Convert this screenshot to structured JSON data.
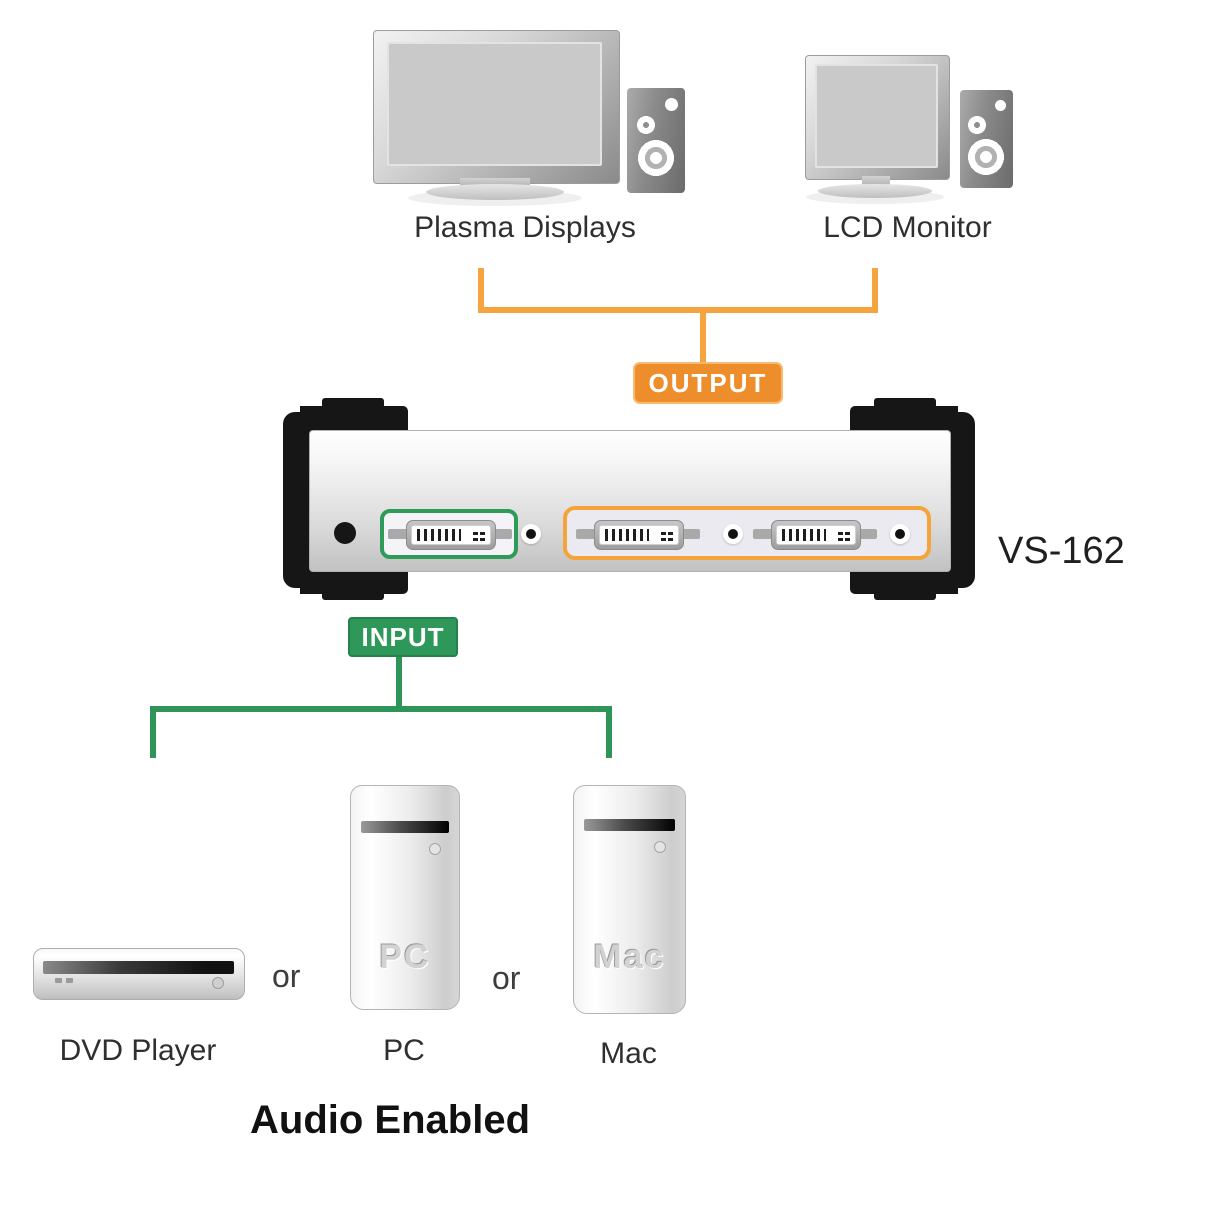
{
  "outputs": {
    "tag": "OUTPUT",
    "plasma_label": "Plasma Displays",
    "lcd_label": "LCD Monitor"
  },
  "device": {
    "model": "VS-162"
  },
  "inputs": {
    "tag": "INPUT",
    "dvd_label": "DVD Player",
    "pc_label": "PC",
    "pc_emboss": "PC",
    "mac_label": "Mac",
    "mac_emboss": "Mac",
    "or_left": "or",
    "or_right": "or"
  },
  "footer": {
    "note": "Audio Enabled"
  },
  "colors": {
    "output_accent": "#ED8D2B",
    "input_accent": "#2E985A"
  }
}
